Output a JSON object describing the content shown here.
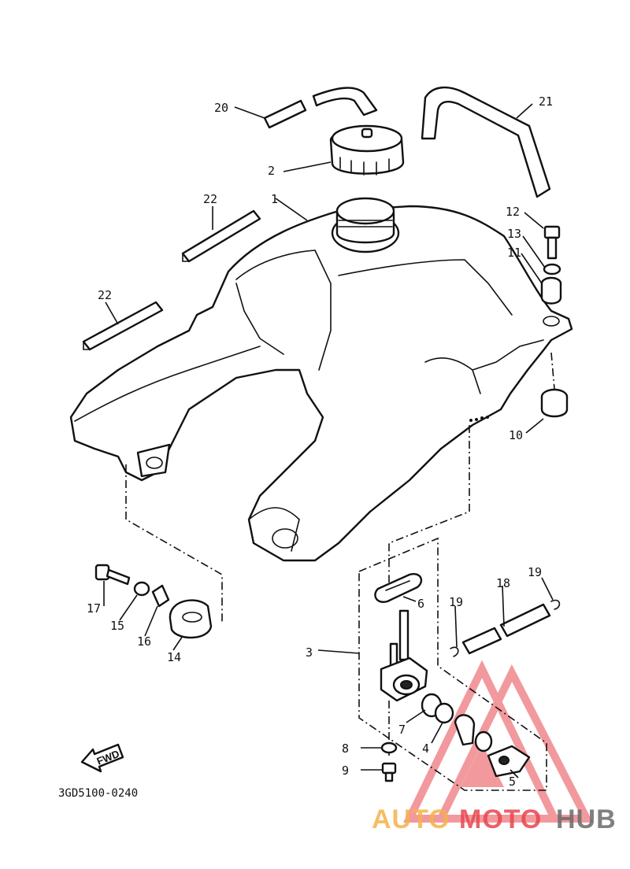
{
  "diagram": {
    "drawing_code": "3GD5100-0240",
    "fwd_label": "FWD",
    "callouts": {
      "c1": "1",
      "c2": "2",
      "c3": "3",
      "c4": "4",
      "c5": "5",
      "c6": "6",
      "c7": "7",
      "c8": "8",
      "c9": "9",
      "c10": "10",
      "c11": "11",
      "c12": "12",
      "c13": "13",
      "c14": "14",
      "c15": "15",
      "c16": "16",
      "c17": "17",
      "c18": "18",
      "c19a": "19",
      "c19b": "19",
      "c20": "20",
      "c21": "21",
      "c22a": "22",
      "c22b": "22"
    }
  },
  "watermark": {
    "text_part1": "AUTO",
    "text_part2": "MOTO",
    "text_part3": "HUB",
    "colors": {
      "light": "#f5b24b",
      "red": "#e8464f",
      "gray": "#6b6b6b"
    }
  }
}
